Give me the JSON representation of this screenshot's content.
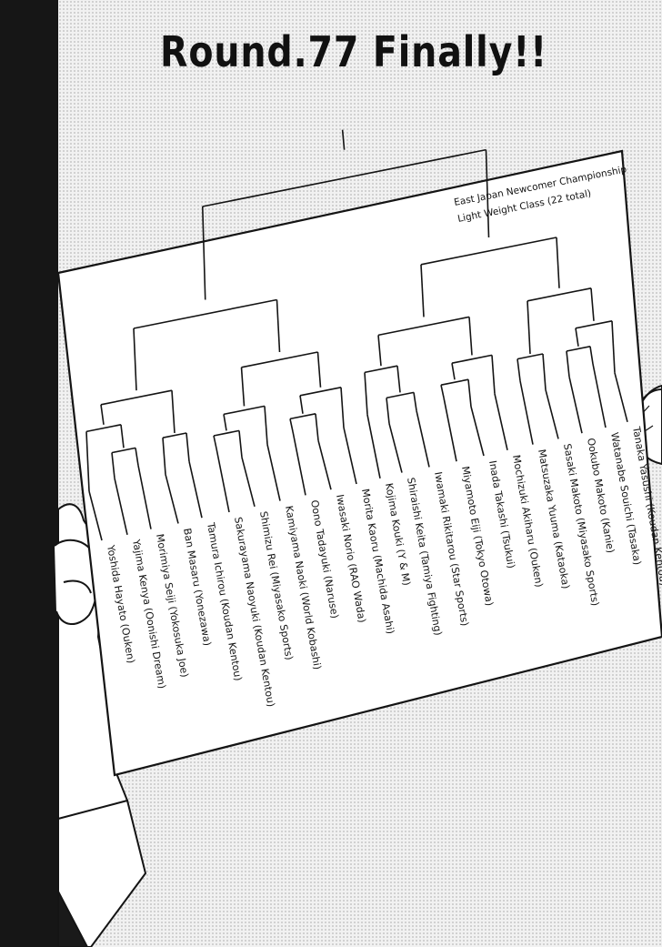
{
  "chapter_title": "Round.77 Finally!!",
  "bracket_sheet": {
    "header_line_1": "East Japan Newcomer Championship",
    "header_line_2": "Light Weight Class (22 total)",
    "entrants": [
      "Yoshida Hayato (Ouken)",
      "Yajima Kenya (Oonishi Dream)",
      "Morimiya Seiji (Yokosuka Joe)",
      "Ban Masaru (Yonezawa)",
      "Tamura Ichirou (Koudan Kentou)",
      "Sakurayama Naoyuki (Koudan Kentou)",
      "Shimizu Rei (Miyasako Sports)",
      "Kamiyama Naoki (World Kobashi)",
      "Oono Tadayuki (Naruse)",
      "Iwasaki Norio (RAO Wada)",
      "Morita Kaoru (Machida Asahi)",
      "Kojima Kouki (Y & M)",
      "Shiraishi Keita (Tamiya Fighting)",
      "Iwamaki Rikitarou (Star Sports)",
      "Miyamoto Eiji (Tokyo Otowa)",
      "Inada Takashi (Tsukui)",
      "Mochizuki Akiharu (Ouken)",
      "Matsuzaka Yuuma (Kataoka)",
      "Sasaki Makoto (Miyasako Sports)",
      "Ookubo Makoto (Kanie)",
      "Watanabe Souichi (Tasaka)",
      "Tanaka Yasushi (Koudan Kentou)"
    ]
  },
  "colors": {
    "ink": "#141414",
    "paper": "#ffffff",
    "screentone": "#f1f1f1",
    "border": "#161616"
  }
}
